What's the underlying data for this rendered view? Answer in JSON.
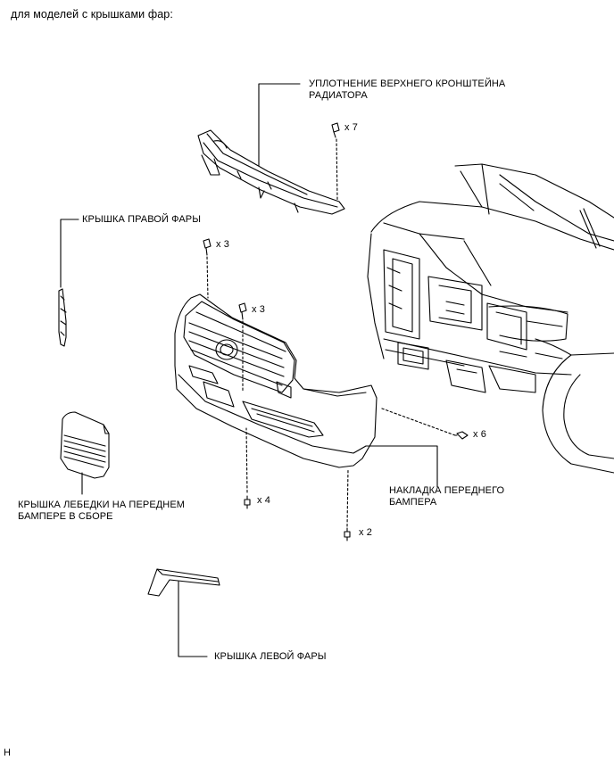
{
  "header": {
    "caption": "для моделей с крышками фар:"
  },
  "labels": {
    "radiator_seal_line1": "УПЛОТНЕНИЕ ВЕРХНЕГО КРОНШТЕЙНА",
    "radiator_seal_line2": "РАДИАТОРА",
    "right_headlight_cover": "КРЫШКА ПРАВОЙ ФАРЫ",
    "winch_cover_line1": "КРЫШКА ЛЕБЕДКИ НА ПЕРЕДНЕМ",
    "winch_cover_line2": "БАМПЕРЕ В СБОРЕ",
    "bumper_cover_line1": "НАКЛАДКА ПЕРЕДНЕГО",
    "bumper_cover_line2": "БАМПЕРА",
    "left_headlight_cover": "КРЫШКА ЛЕВОЙ ФАРЫ"
  },
  "quantities": {
    "seal_clips": "x 7",
    "bumper_top_clips_a": "x 3",
    "bumper_top_clips_b": "x 3",
    "bumper_bottom_bolts": "x 4",
    "bumper_side_screws": "x 6",
    "bumper_lower_bolts": "x 2"
  },
  "footer": {
    "code": "H"
  }
}
